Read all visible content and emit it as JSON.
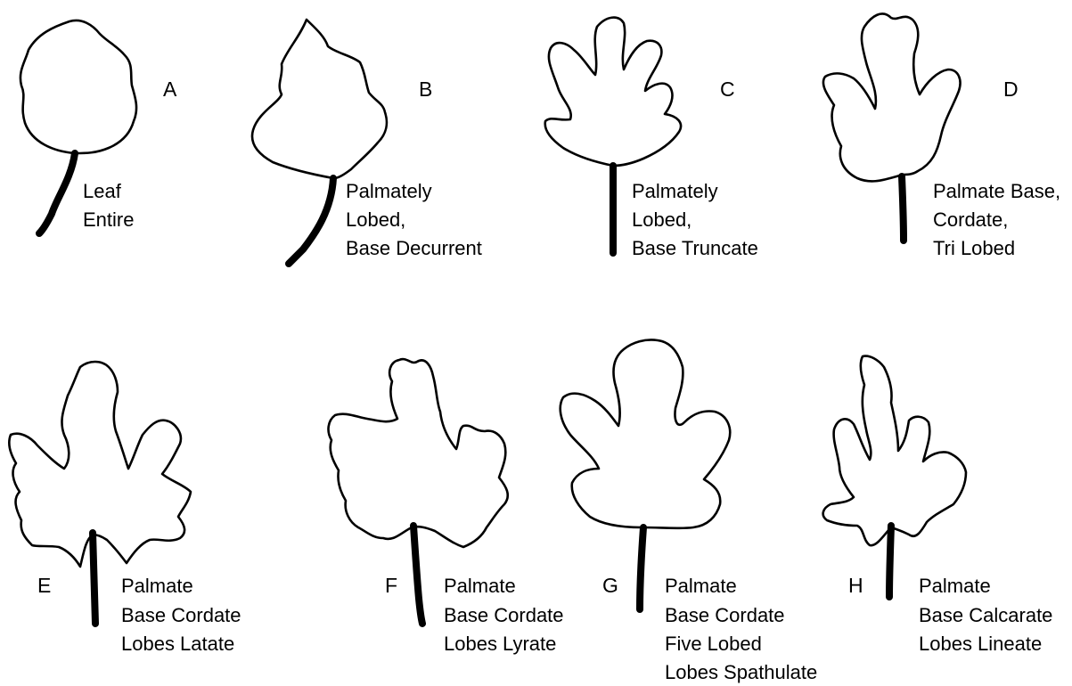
{
  "panels": [
    {
      "letter": "A",
      "lines": [
        "Leaf",
        "Entire"
      ]
    },
    {
      "letter": "B",
      "lines": [
        "Palmately",
        "Lobed,",
        "Base Decurrent"
      ]
    },
    {
      "letter": "C",
      "lines": [
        "Palmately",
        "Lobed,",
        "Base Truncate"
      ]
    },
    {
      "letter": "D",
      "lines": [
        "Palmate Base,",
        "Cordate,",
        "Tri Lobed"
      ]
    },
    {
      "letter": "E",
      "lines": [
        "Palmate",
        "Base Cordate",
        "Lobes Latate"
      ]
    },
    {
      "letter": "F",
      "lines": [
        "Palmate",
        "Base Cordate",
        "Lobes Lyrate"
      ]
    },
    {
      "letter": "G",
      "lines": [
        "Palmate",
        "Base Cordate",
        "Five Lobed",
        "Lobes Spathulate"
      ]
    },
    {
      "letter": "H",
      "lines": [
        "Palmate",
        "Base Calcarate",
        "Lobes Lineate"
      ]
    }
  ]
}
